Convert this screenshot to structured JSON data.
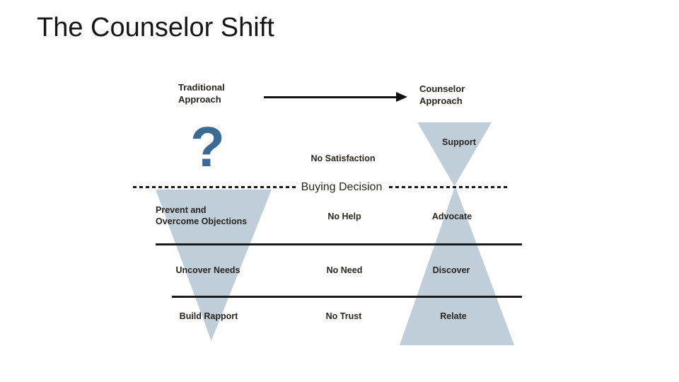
{
  "slide": {
    "title": "The Counselor Shift"
  },
  "header": {
    "traditional": {
      "line1": "Traditional",
      "line2": "Approach"
    },
    "counselor": {
      "line1": "Counselor",
      "line2": "Approach"
    }
  },
  "diagram": {
    "question_mark": "?",
    "support_label": "Support",
    "no_satisfaction_label": "No Satisfaction",
    "buying_decision_label": "Buying Decision",
    "rows": [
      {
        "traditional_line1": "Prevent and",
        "traditional_line2": "Overcome Objections",
        "middle": "No Help",
        "counselor": "Advocate"
      },
      {
        "traditional": "Uncover Needs",
        "middle": "No Need",
        "counselor": "Discover"
      },
      {
        "traditional": "Build Rapport",
        "middle": "No Trust",
        "counselor": "Relate"
      }
    ],
    "colors": {
      "triangle_fill": "#C0CEDA",
      "question_mark": "#3A6B94",
      "text": "#28241F",
      "line": "#1a1a1a"
    }
  }
}
